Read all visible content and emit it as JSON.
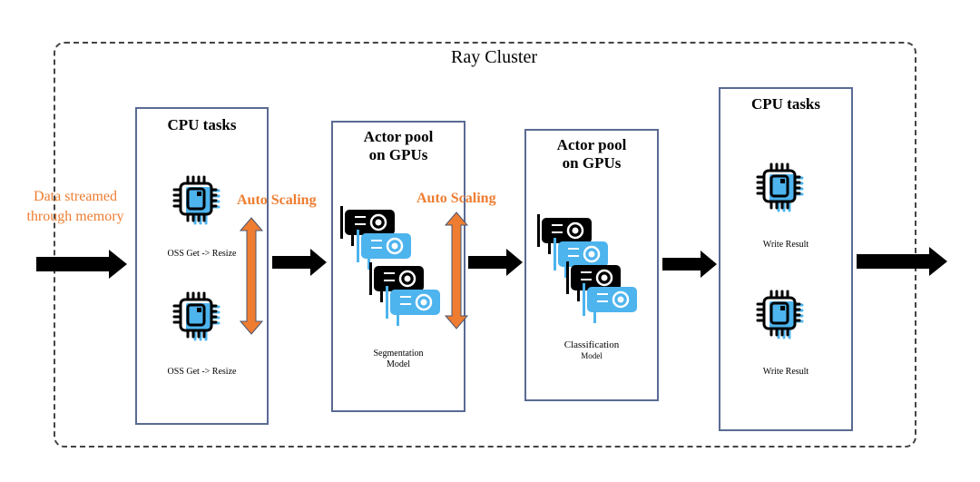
{
  "cluster": {
    "title": "Ray Cluster"
  },
  "input_note": {
    "line1": "Data streamed",
    "line2": "through memory"
  },
  "stages": [
    {
      "title": "CPU tasks",
      "kind": "cpu",
      "captions": [
        "OSS  Get -> Resize",
        "OSS Get -> Resize"
      ]
    },
    {
      "title_line1": "Actor pool",
      "title_line2": "on GPUs",
      "kind": "gpu",
      "caption_line1": "Segmentation",
      "caption_line2": "Model"
    },
    {
      "title_line1": "Actor pool",
      "title_line2": "on GPUs",
      "kind": "gpu",
      "caption_line1": "Classification",
      "caption_line2": "Model"
    },
    {
      "title": "CPU tasks",
      "kind": "cpu",
      "captions": [
        "Write Result",
        "Write Result"
      ]
    }
  ],
  "autoscaling": [
    {
      "label": "Auto Scaling"
    },
    {
      "label": "Auto Scaling"
    }
  ],
  "colors": {
    "accent_orange": "#ee7d31",
    "chip_blue": "#4db4ee",
    "box_border": "#5a6a94"
  }
}
